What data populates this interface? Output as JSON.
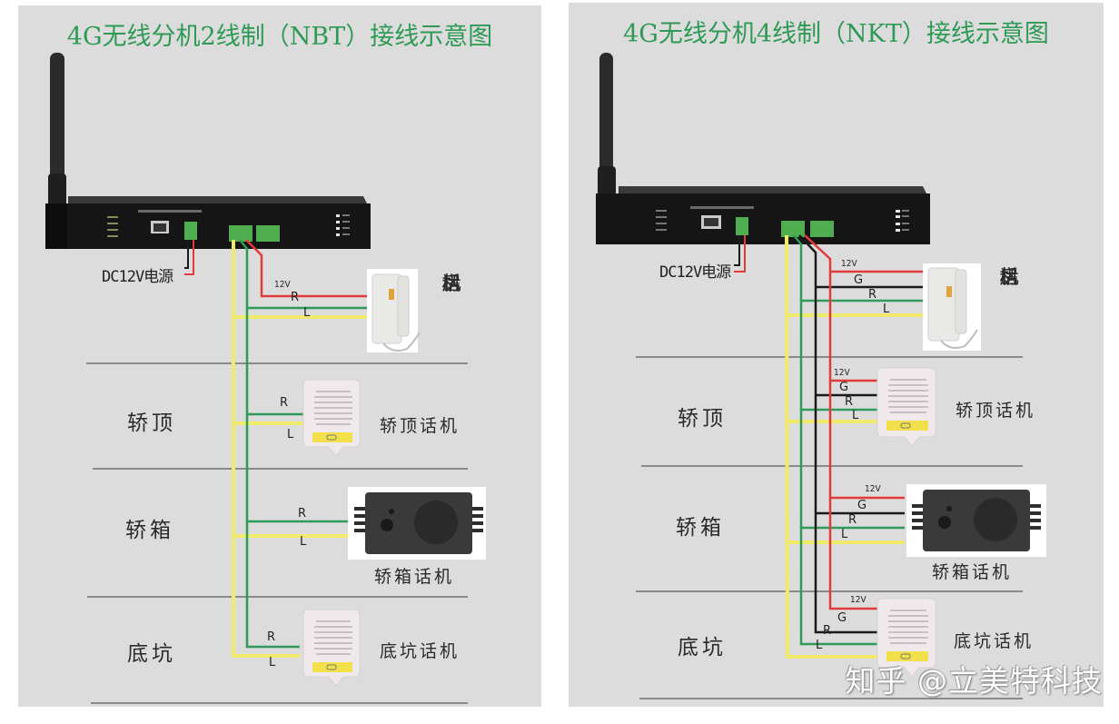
{
  "colors": {
    "panel_bg": "#dcdcdc",
    "title_green": "#2e9a55",
    "wire_12v": "#e23a3a",
    "wire_g": "#1a1a1a",
    "wire_r": "#2f9a5a",
    "wire_l": "#f1ea6a",
    "divider": "#6e6e6e"
  },
  "left": {
    "title": "4G无线分机2线制（NBT）接线示意图",
    "power_label": "DC12V电源",
    "machine_room": {
      "label_chars": [
        "机",
        "房",
        "话",
        "机"
      ],
      "wires": {
        "v12": "12V",
        "r": "R",
        "l": "L"
      }
    },
    "zones": [
      {
        "zone": "轿顶",
        "device": "轿顶话机",
        "wires": {
          "r": "R",
          "l": "L"
        }
      },
      {
        "zone": "轿箱",
        "device": "轿箱话机",
        "wires": {
          "r": "R",
          "l": "L"
        }
      },
      {
        "zone": "底坑",
        "device": "底坑话机",
        "wires": {
          "r": "R",
          "l": "L"
        }
      }
    ]
  },
  "right": {
    "title": "4G无线分机4线制（NKT）接线示意图",
    "power_label": "DC12V电源",
    "machine_room": {
      "label_chars": [
        "机",
        "房",
        "话",
        "机"
      ],
      "wires": {
        "v12": "12V",
        "g": "G",
        "r": "R",
        "l": "L"
      }
    },
    "zones": [
      {
        "zone": "轿顶",
        "device": "轿顶话机",
        "wires": {
          "v12": "12V",
          "g": "G",
          "r": "R",
          "l": "L"
        }
      },
      {
        "zone": "轿箱",
        "device": "轿箱话机",
        "wires": {
          "v12": "12V",
          "g": "G",
          "r": "R",
          "l": "L"
        }
      },
      {
        "zone": "底坑",
        "device": "底坑话机",
        "wires": {
          "v12": "12V",
          "g": "G",
          "r": "R",
          "l": "L"
        }
      }
    ]
  },
  "watermark": "知乎 @立美特科技"
}
